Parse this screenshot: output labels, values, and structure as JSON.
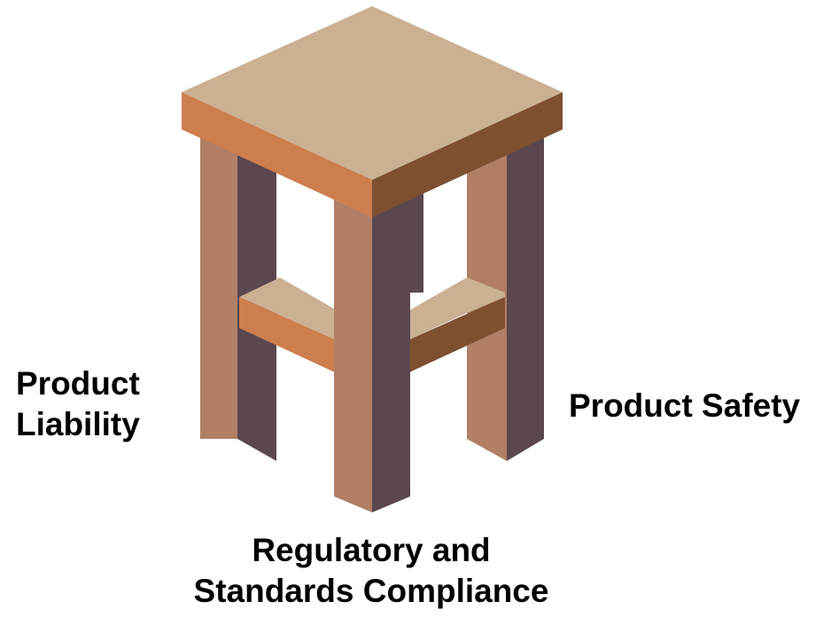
{
  "labels": {
    "left": {
      "line1": "Product",
      "line2": "Liability"
    },
    "right": "Product Safety",
    "bottom": {
      "line1": "Regulatory and",
      "line2": "Standards Compliance"
    }
  },
  "colors": {
    "seat_top": "#CBB092",
    "seat_front_left": "#CD7E4E",
    "seat_front_right": "#7E5030",
    "leg_light": "#B07F66",
    "leg_dark": "#5B474F",
    "rung_top": "#CBB092",
    "rung_front_left": "#CD7E4E",
    "rung_front_right": "#7E5030",
    "text": "#000000"
  }
}
